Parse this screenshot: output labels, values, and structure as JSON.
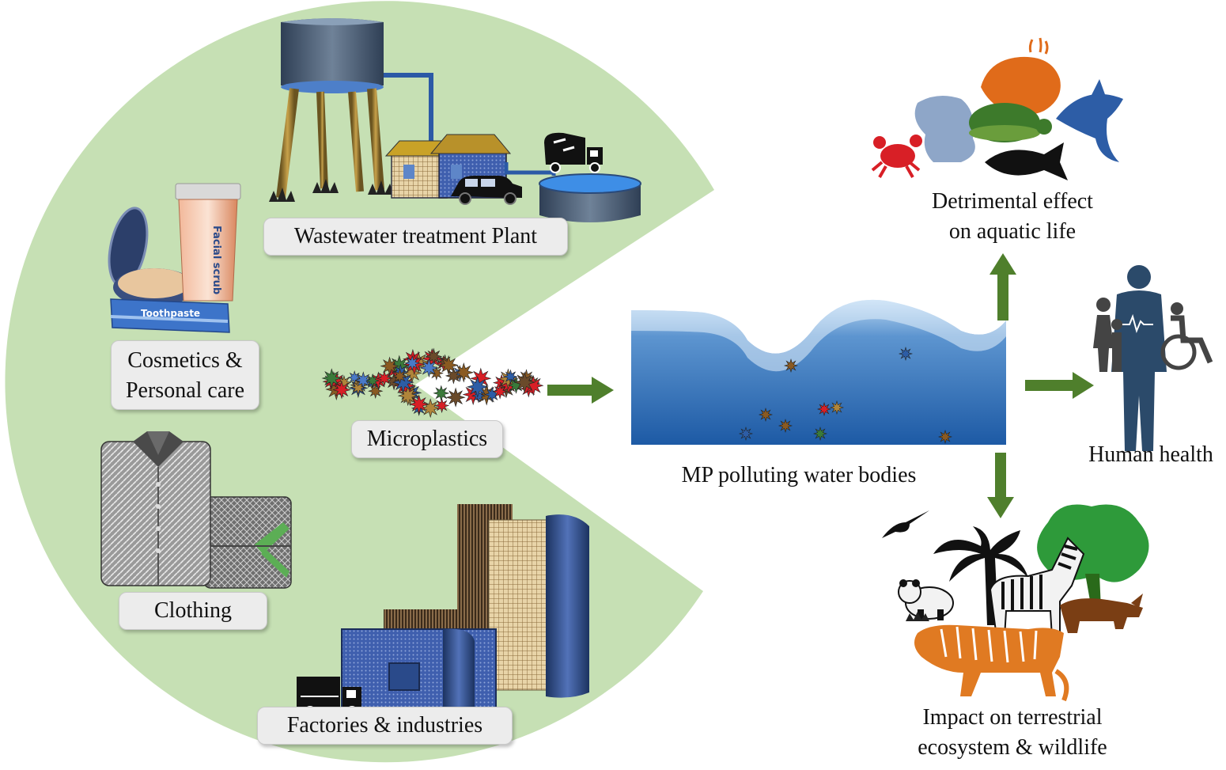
{
  "sources": {
    "wastewater": "Wastewater treatment Plant",
    "cosmetics_line1": "Cosmetics &",
    "cosmetics_line2": "Personal care",
    "clothing": "Clothing",
    "factories": "Factories & industries",
    "microplastics": "Microplastics"
  },
  "center": {
    "water_label": "MP polluting water bodies"
  },
  "effects": {
    "aquatic_line1": "Detrimental effect",
    "aquatic_line2": "on aquatic life",
    "human": "Human health",
    "terrestrial_line1": "Impact on terrestrial",
    "terrestrial_line2": "ecosystem & wildlife"
  },
  "product_text": {
    "tube": "Facial scrub",
    "toothpaste": "Toothpaste"
  },
  "colors": {
    "sector_fill": "#c6e0b4",
    "arrow": "#4f7f2c",
    "water_dark": "#1f5fa8",
    "water_light": "#8cb8e8"
  },
  "icons": [
    "water-tower-icon",
    "house-icon",
    "car-icon",
    "truck-icon",
    "tank-icon",
    "compact-icon",
    "tube-icon",
    "toothpaste-icon",
    "shirt-icon",
    "factory-icon",
    "building-icon",
    "microplastic-particle-icon",
    "crab-icon",
    "bear-icon",
    "whale-icon",
    "turtle-icon",
    "fish-icon",
    "dolphin-icon",
    "human-figure-icon",
    "family-icon",
    "wheelchair-icon",
    "bird-icon",
    "palm-tree-icon",
    "tree-icon",
    "panda-icon",
    "zebra-icon",
    "rhino-icon",
    "tiger-icon"
  ]
}
